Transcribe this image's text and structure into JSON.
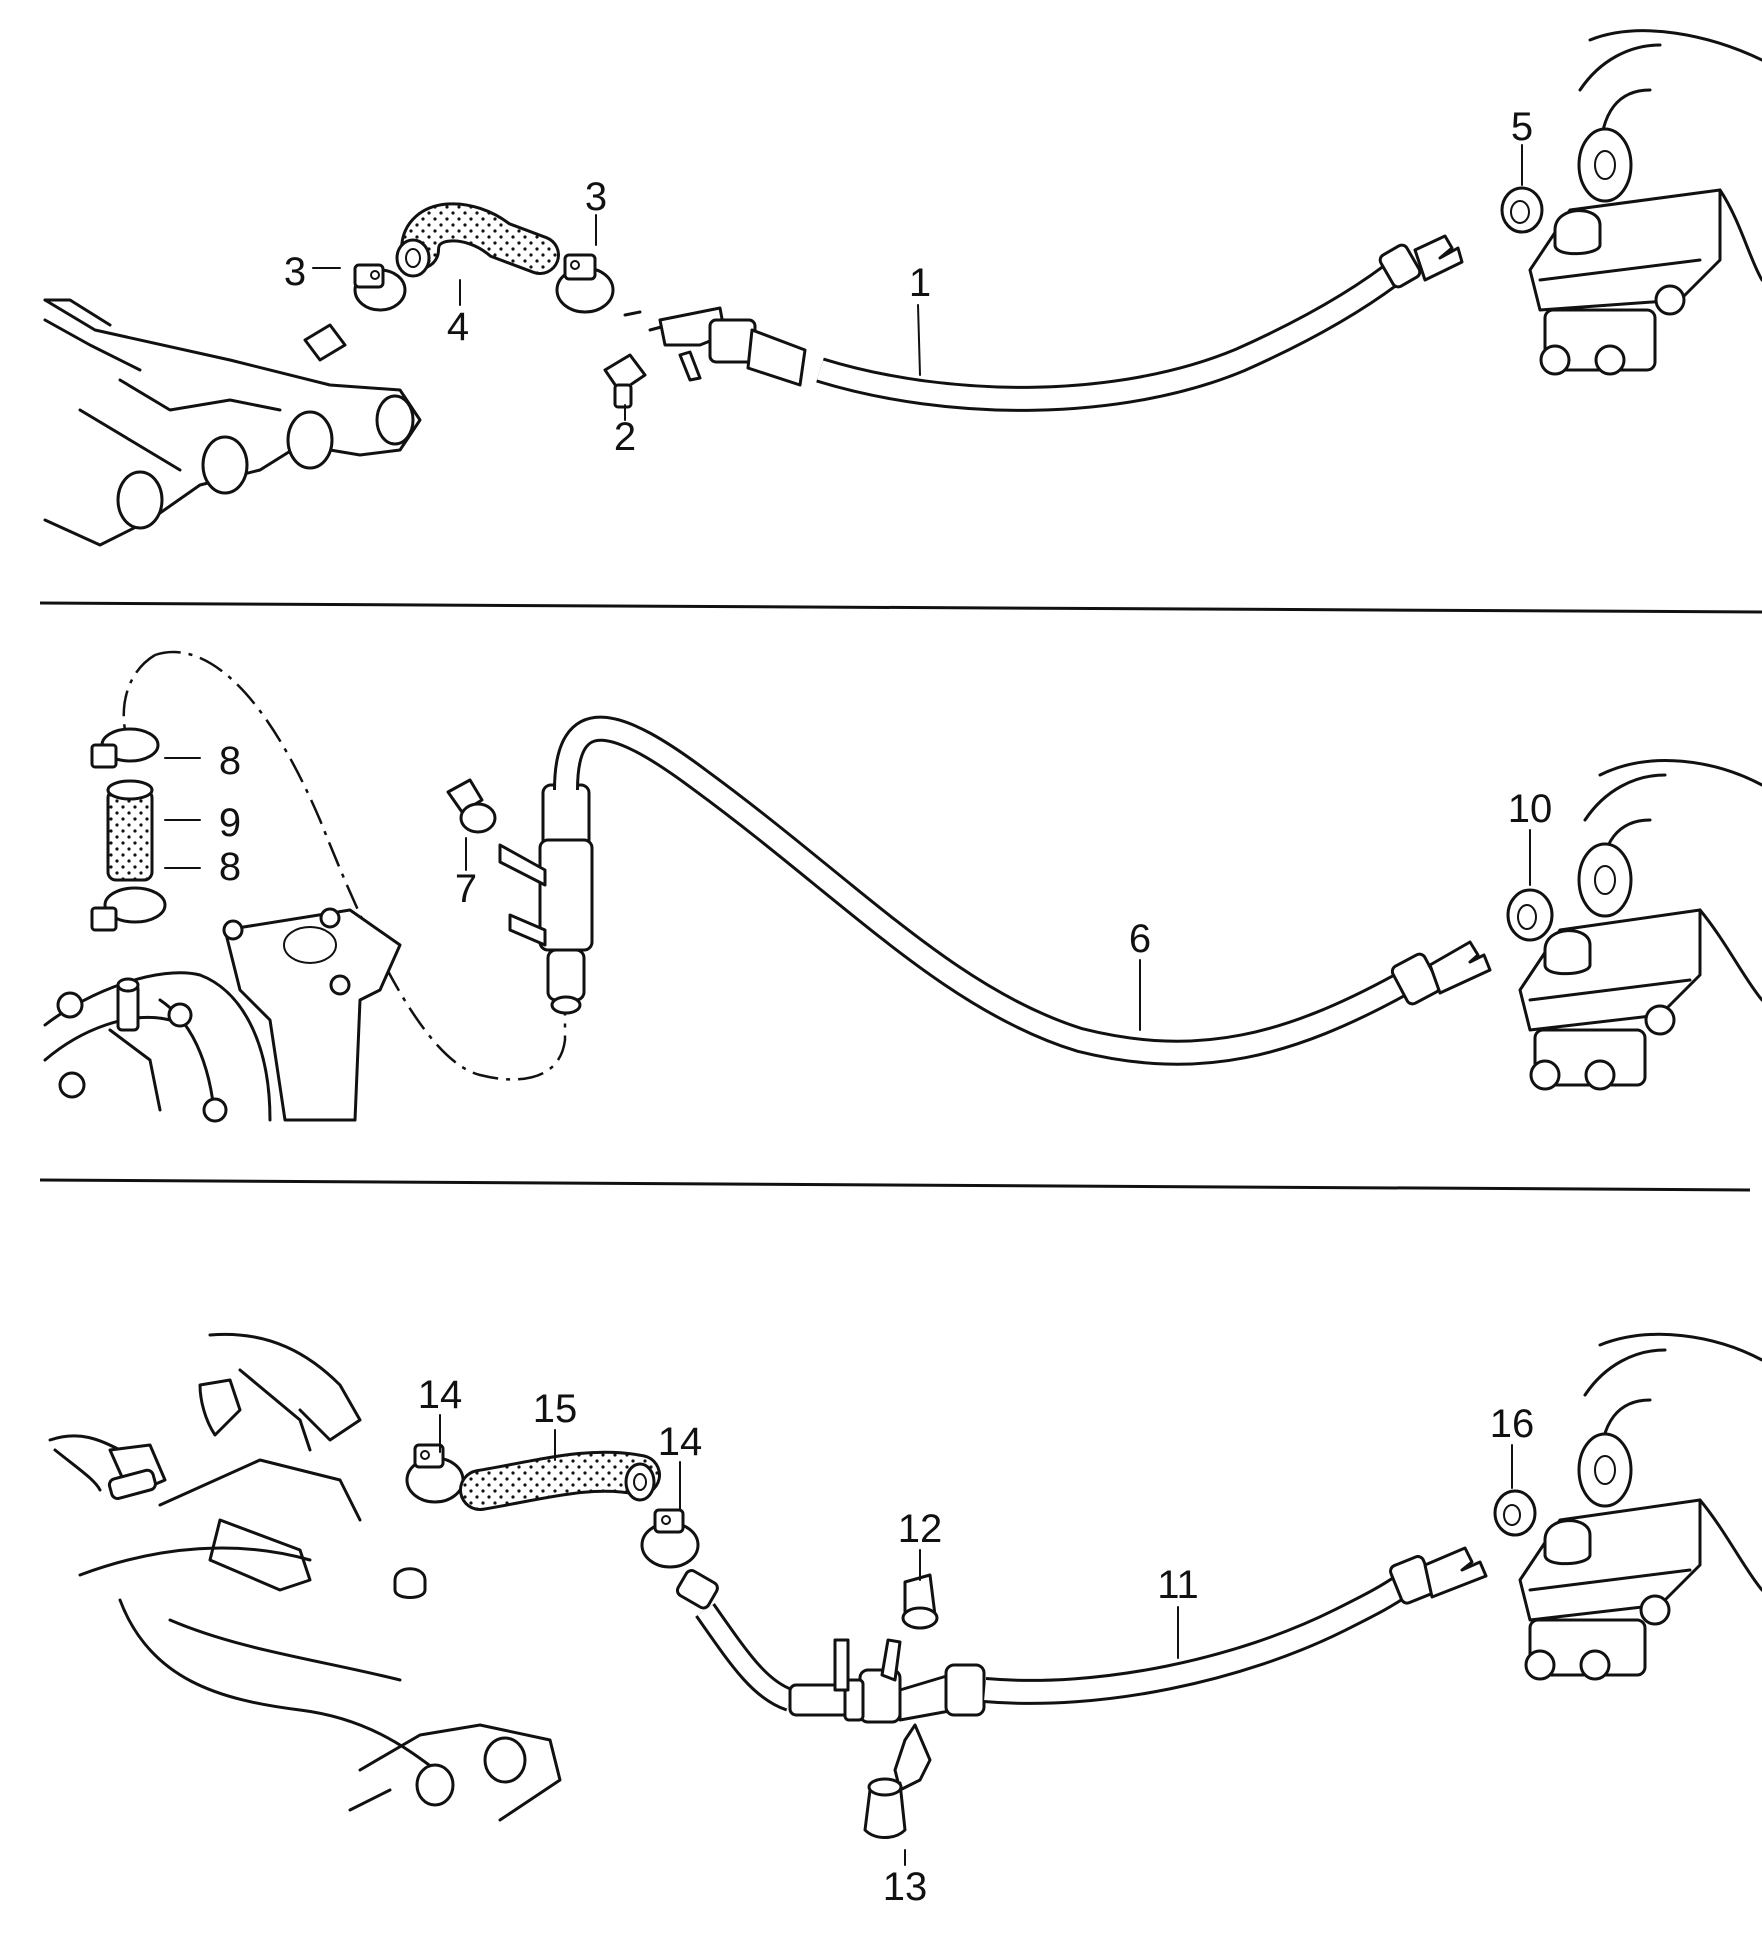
{
  "callouts": {
    "c1": "1",
    "c2": "2",
    "c3a": "3",
    "c3b": "3",
    "c4": "4",
    "c5": "5",
    "c6": "6",
    "c7": "7",
    "c8a": "8",
    "c8b": "8",
    "c9": "9",
    "c10": "10",
    "c11": "11",
    "c12": "12",
    "c13": "13",
    "c14a": "14",
    "c14b": "14",
    "c15": "15",
    "c16": "16"
  }
}
